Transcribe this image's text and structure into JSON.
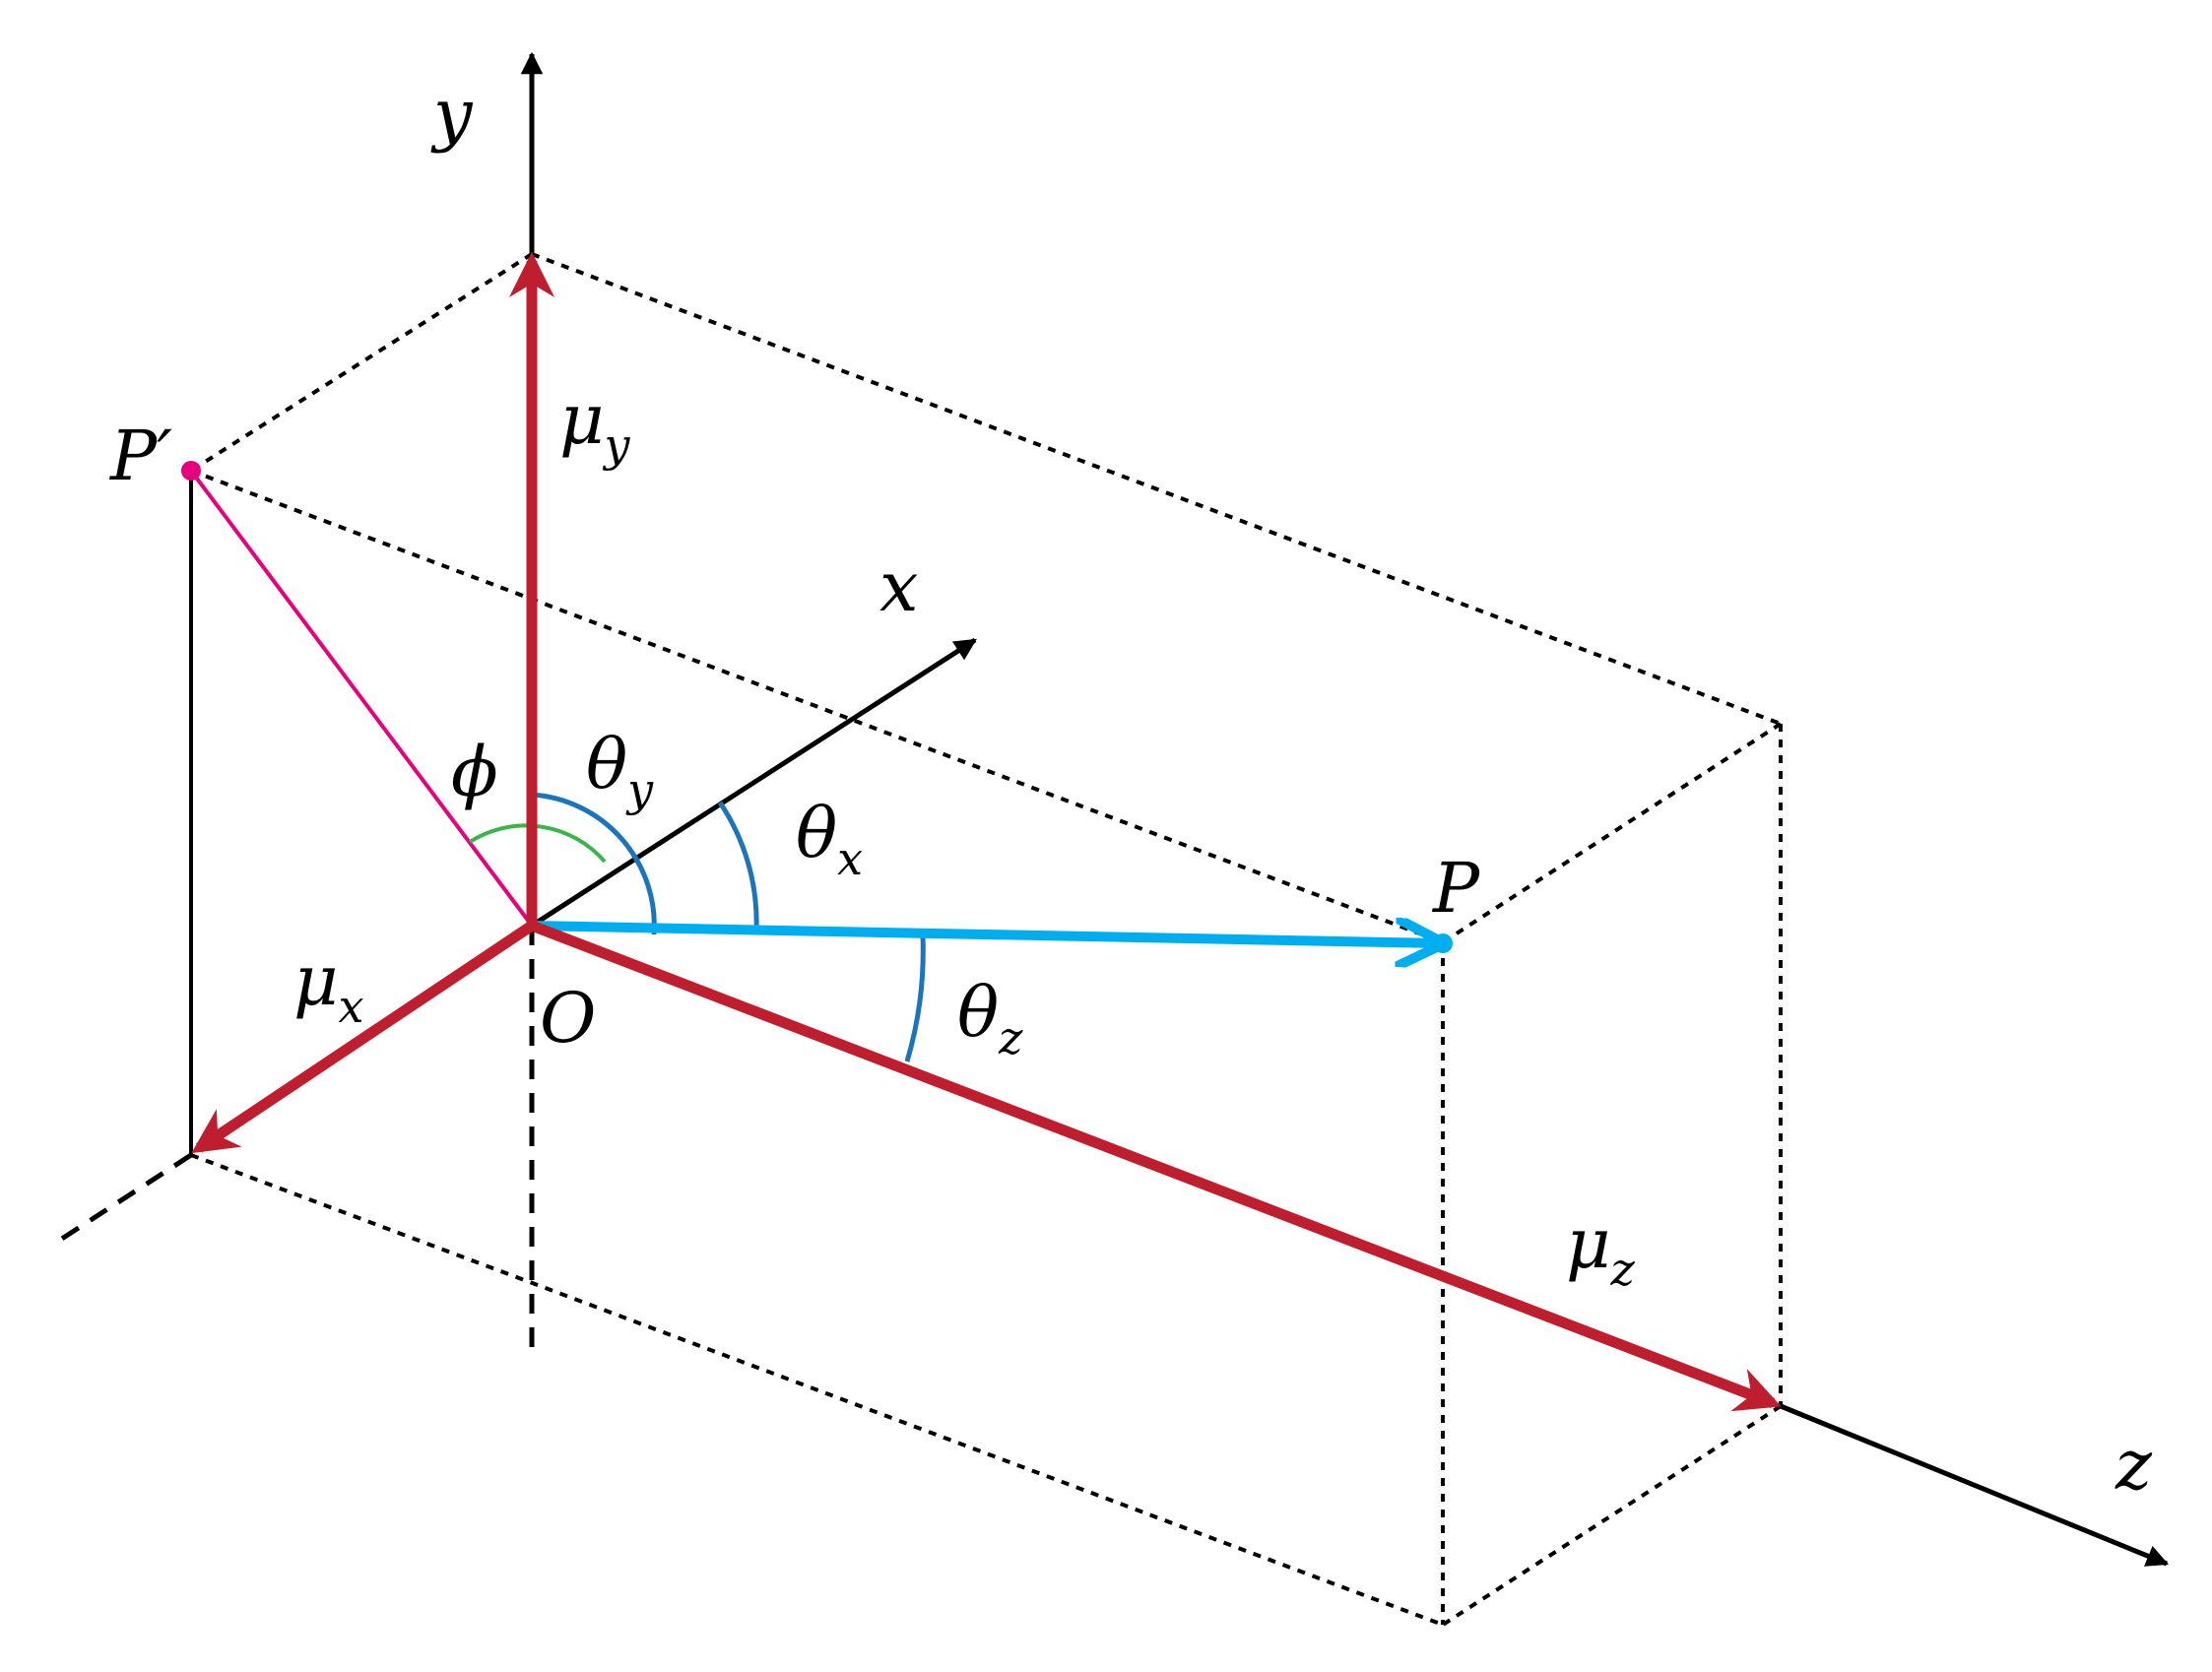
{
  "colors": {
    "axis": "#000000",
    "component_vector": "#bf1e2e",
    "vector_p": "#00aeef",
    "projection_p_prime": "#e6007e",
    "angle_theta_arcs": "#1b75bc",
    "angle_phi_arc": "#39b54a"
  },
  "labels": {
    "axis_x": "x",
    "axis_y": "y",
    "axis_z": "z",
    "origin": "O",
    "point_p": "P",
    "point_p_prime": "P′",
    "mu_symbol": "μ",
    "theta_symbol": "θ",
    "phi": "ϕ",
    "sub_x": "x",
    "sub_y": "y",
    "sub_z": "z"
  }
}
